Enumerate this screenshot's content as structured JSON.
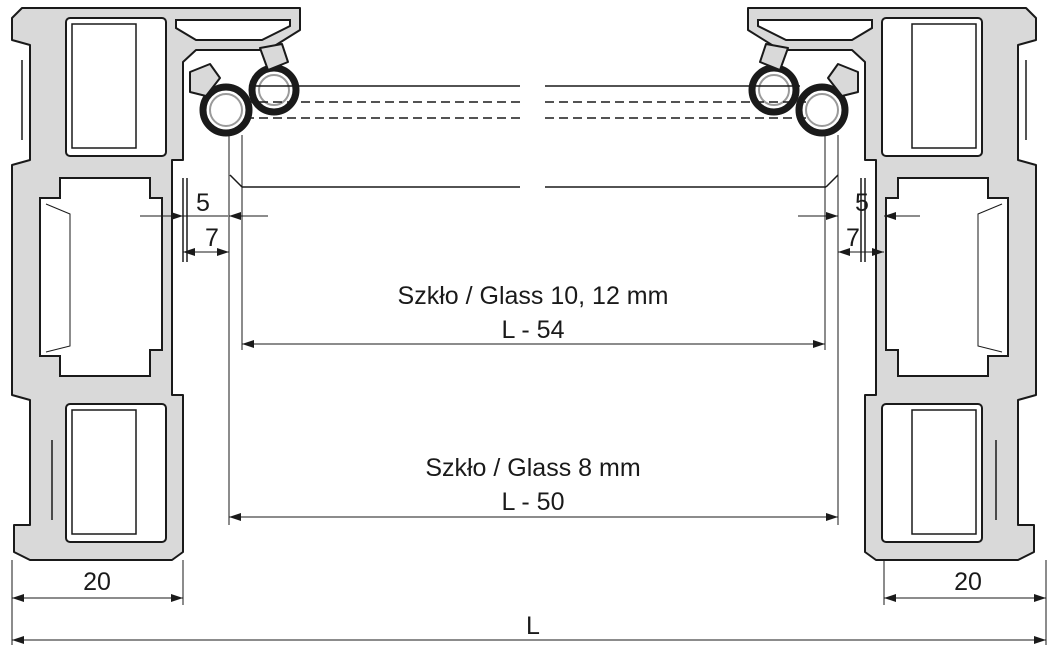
{
  "labels": {
    "glass_thick": "Szkło / Glass 10, 12 mm",
    "glass_thick_dim": "L - 54",
    "glass_thin": "Szkło / Glass 8 mm",
    "glass_thin_dim": "L - 50",
    "left_gap_5": "5",
    "left_gap_7": "7",
    "right_gap_5": "5",
    "right_gap_7": "7",
    "left_profile_width": "20",
    "right_profile_width": "20",
    "total_length": "L"
  },
  "colors": {
    "profile_fill": "#d9d9d9",
    "line": "#1a1a1a",
    "background": "#ffffff"
  }
}
